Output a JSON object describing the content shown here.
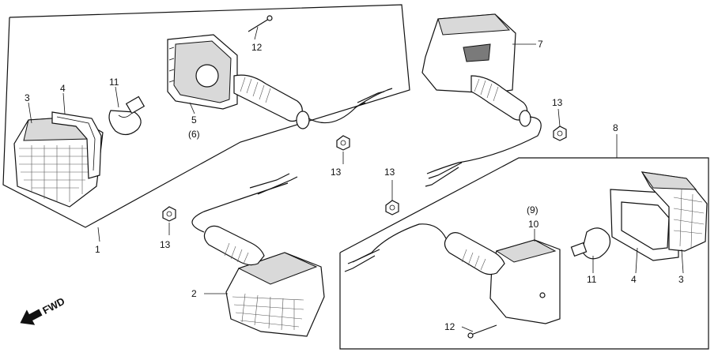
{
  "callouts": {
    "c1": "1",
    "c2": "2",
    "c3a": "3",
    "c3b": "3",
    "c4a": "4",
    "c4b": "4",
    "c5": "5",
    "c6": "(6)",
    "c7": "7",
    "c8": "8",
    "c9": "(9)",
    "c10": "10",
    "c11a": "11",
    "c11b": "11",
    "c12a": "12",
    "c12b": "12",
    "c13a": "13",
    "c13b": "13",
    "c13c": "13",
    "c13d": "13"
  },
  "direction_label": "FWD"
}
